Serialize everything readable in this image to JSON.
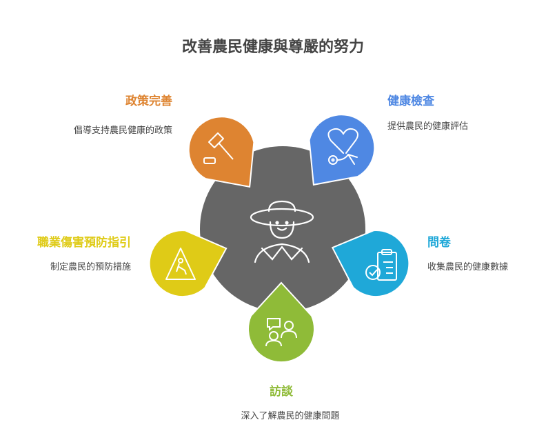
{
  "title": "改善農民健康與尊嚴的努力",
  "center": {
    "icon": "farmer-icon",
    "color": "#666666"
  },
  "items": [
    {
      "heading": "政策完善",
      "description": "倡導支持農民健康的政策",
      "color": "#DE8431",
      "icon": "gavel-icon"
    },
    {
      "heading": "健康檢查",
      "description": "提供農民的健康評估",
      "color": "#4F88E3",
      "icon": "stethoscope-icon"
    },
    {
      "heading": "職業傷害預防指引",
      "description": "制定農民的預防措施",
      "color": "#DFCB17",
      "icon": "warning-sign-icon"
    },
    {
      "heading": "問卷",
      "description": "收集農民的健康數據",
      "color": "#1FA8D8",
      "icon": "clipboard-check-icon"
    },
    {
      "heading": "訪談",
      "description": "深入了解農民的健康問題",
      "color": "#8FBB38",
      "icon": "conversation-icon"
    }
  ]
}
